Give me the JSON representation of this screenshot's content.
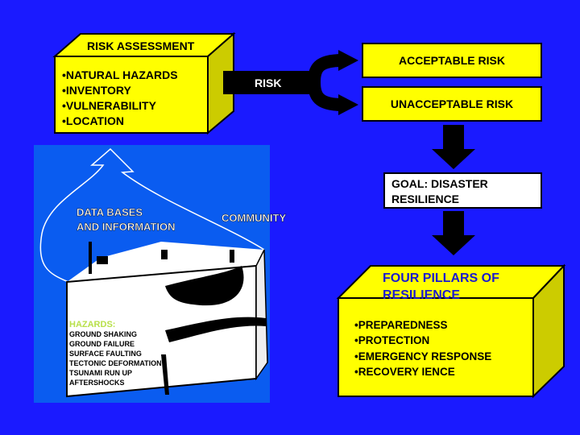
{
  "risk_assessment": {
    "title": "RISK ASSESSMENT",
    "items": [
      "•NATURAL HAZARDS",
      "•INVENTORY",
      "•VULNERABILITY",
      "•LOCATION"
    ]
  },
  "risk_label": "RISK",
  "acceptable": "ACCEPTABLE RISK",
  "unacceptable": "UNACCEPTABLE RISK",
  "goal": {
    "line1": "GOAL: DISASTER",
    "line2": "RESILIENCE"
  },
  "pillars": {
    "title1": "FOUR PILLARS OF",
    "title2": "RESILIENCE",
    "items": [
      "•PREPAREDNESS",
      "•PROTECTION",
      "•EMERGENCY RESPONSE",
      "•RECOVERY IENCE"
    ]
  },
  "illustration": {
    "databases1": "DATA BASES",
    "databases2": "AND INFORMATION",
    "community": "COMMUNITY",
    "hazards_title": "HAZARDS:",
    "hazards": [
      "GROUND SHAKING",
      "GROUND FAILURE",
      "SURFACE FAULTING",
      "TECTONIC DEFORMATION",
      "TSUNAMI RUN UP",
      "AFTERSHOCKS"
    ]
  },
  "colors": {
    "background": "#1a1aff",
    "box": "#ffff00",
    "panel": "#0a5cf0",
    "hazards": "#b8e04a",
    "pillars_title": "#1a1ad0"
  }
}
